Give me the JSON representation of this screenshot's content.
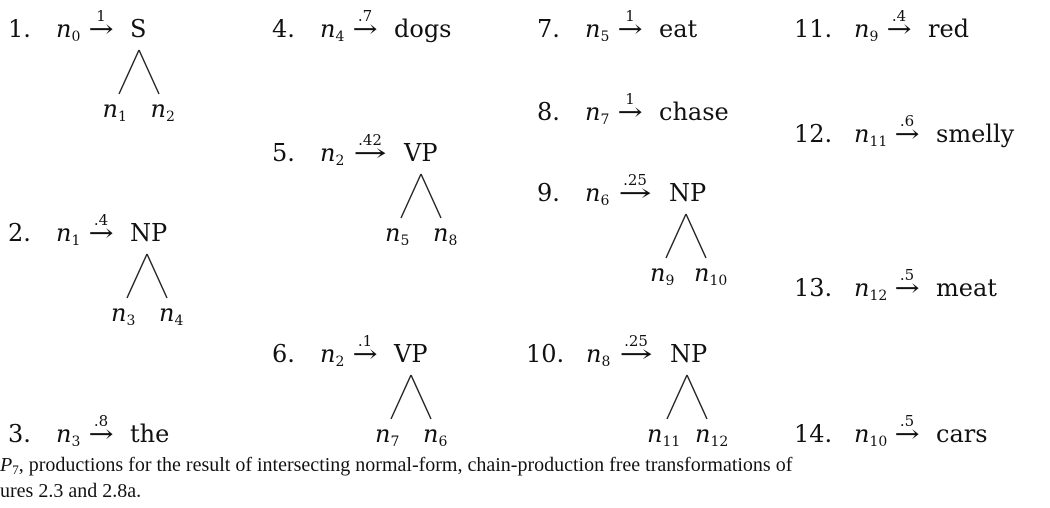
{
  "productions": [
    {
      "num": "1.",
      "lhs_sub": "0",
      "prob": "1",
      "rhs": "S",
      "children": [
        "1",
        "2"
      ]
    },
    {
      "num": "2.",
      "lhs_sub": "1",
      "prob": ".4",
      "rhs": "NP",
      "children": [
        "3",
        "4"
      ]
    },
    {
      "num": "3.",
      "lhs_sub": "3",
      "prob": ".8",
      "rhs": "the",
      "children": []
    },
    {
      "num": "4.",
      "lhs_sub": "4",
      "prob": ".7",
      "rhs": "dogs",
      "children": []
    },
    {
      "num": "5.",
      "lhs_sub": "2",
      "prob": ".42",
      "rhs": "VP",
      "children": [
        "5",
        "8"
      ]
    },
    {
      "num": "6.",
      "lhs_sub": "2",
      "prob": ".1",
      "rhs": "VP",
      "children": [
        "7",
        "6"
      ]
    },
    {
      "num": "7.",
      "lhs_sub": "5",
      "prob": "1",
      "rhs": "eat",
      "children": []
    },
    {
      "num": "8.",
      "lhs_sub": "7",
      "prob": "1",
      "rhs": "chase",
      "children": []
    },
    {
      "num": "9.",
      "lhs_sub": "6",
      "prob": ".25",
      "rhs": "NP",
      "children": [
        "9",
        "10"
      ]
    },
    {
      "num": "10.",
      "lhs_sub": "8",
      "prob": ".25",
      "rhs": "NP",
      "children": [
        "11",
        "12"
      ]
    },
    {
      "num": "11.",
      "lhs_sub": "9",
      "prob": ".4",
      "rhs": "red",
      "children": []
    },
    {
      "num": "12.",
      "lhs_sub": "11",
      "prob": ".6",
      "rhs": "smelly",
      "children": []
    },
    {
      "num": "13.",
      "lhs_sub": "12",
      "prob": ".5",
      "rhs": "meat",
      "children": []
    },
    {
      "num": "14.",
      "lhs_sub": "10",
      "prob": ".5",
      "rhs": "cars",
      "children": []
    }
  ],
  "symbols": {
    "nonterminal": "n",
    "arrow": "→"
  },
  "caption": {
    "p_letter": "P",
    "p_sub": "7",
    "line1_rest": ", productions for the result of intersecting normal-form, chain-production free transformations of",
    "line2": "ures 2.3 and 2.8a."
  }
}
